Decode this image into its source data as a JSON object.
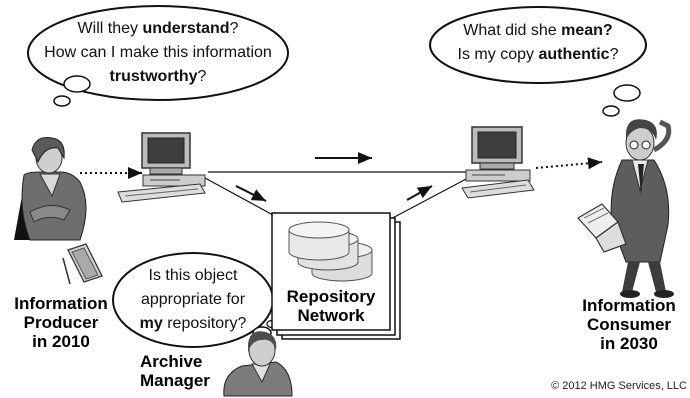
{
  "bubbles": {
    "producer": {
      "line1_pre": "Will they ",
      "line1_bold": "understand",
      "line1_post": "?",
      "line2": "How can I make this information",
      "line3_bold": "trustworthy",
      "line3_post": "?"
    },
    "consumer": {
      "line1_pre": "What did she ",
      "line1_bold": "mean?",
      "line2_pre": "Is my copy ",
      "line2_bold": "authentic",
      "line2_post": "?"
    },
    "manager": {
      "line1": "Is this object",
      "line2": "appropriate for",
      "line3_bold": "my",
      "line3_post": " repository?"
    }
  },
  "labels": {
    "producer": [
      "Information",
      "Producer",
      "in 2010"
    ],
    "consumer": [
      "Information",
      "Consumer",
      "in 2030"
    ],
    "manager": [
      "Archive",
      "Manager"
    ],
    "repository": [
      "Repository",
      "Network"
    ]
  },
  "copyright": "© 2012 HMG Services, LLC",
  "icons": [
    "producer-figure",
    "computer",
    "database",
    "consumer-figure",
    "manager-figure",
    "book",
    "arrow"
  ]
}
